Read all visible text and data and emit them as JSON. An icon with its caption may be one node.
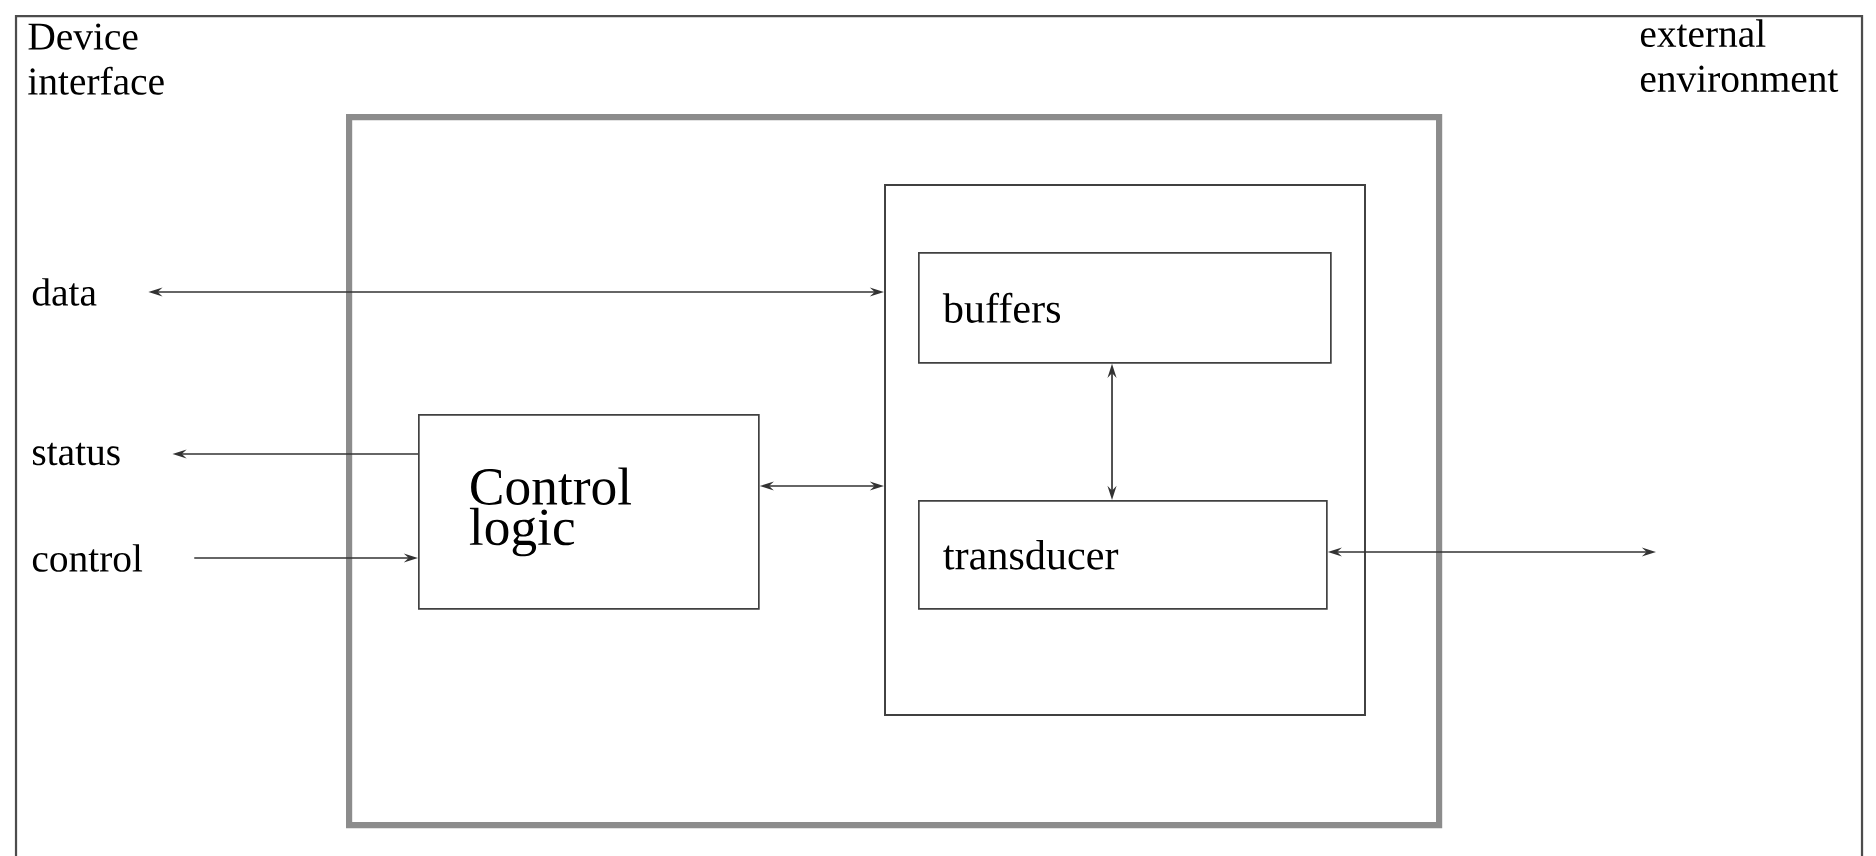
{
  "diagram": {
    "nodes": [
      {
        "text": [],
        "shape": "box"
      },
      {
        "text": [],
        "shape": "box",
        "in": 0
      },
      {
        "text": [
          "buffers"
        ],
        "in": 1
      },
      {
        "text": [
          "data"
        ]
      },
      {
        "text": [
          "status"
        ]
      },
      {
        "text": [
          "Control logic"
        ],
        "in": 0
      },
      {
        "text": [
          "transducer"
        ],
        "in": 1
      },
      {
        "text": [
          "control"
        ]
      }
    ],
    "edges": [
      {
        "from": 3,
        "to": 1,
        "arrow": "both"
      },
      {
        "from": 5,
        "to": 4,
        "arrow": "to"
      },
      {
        "from": 7,
        "to": 5,
        "arrow": "to"
      },
      {
        "from": 5,
        "to": 1,
        "arrow": "both"
      },
      {
        "from": 2,
        "to": 6,
        "arrow": "both"
      },
      {
        "from": 6,
        "to": null,
        "arrow": "both"
      }
    ],
    "labels": [
      "Device interface",
      "external environment"
    ]
  }
}
